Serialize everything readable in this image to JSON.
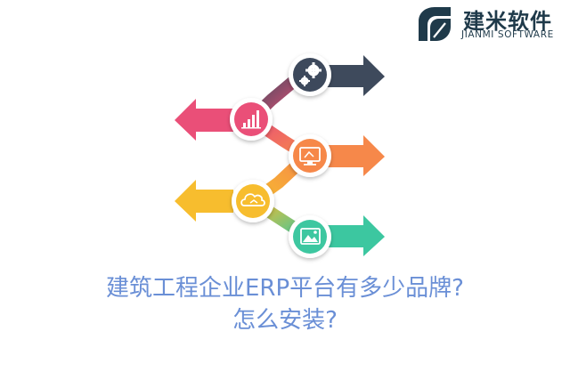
{
  "brand": {
    "name_cn": "建米软件",
    "name_en": "JIANMI SOFTWARE",
    "color": "#1f3a4a"
  },
  "headline": {
    "line1": "建筑工程企业ERP平台有多少品牌?",
    "line2": "怎么安装?",
    "color": "#6a8fd6"
  },
  "steps": [
    {
      "icon": "gears-icon",
      "direction": "right",
      "color": "#3e4a5c"
    },
    {
      "icon": "bar-chart-icon",
      "direction": "left",
      "color": "#ea4f78"
    },
    {
      "icon": "monitor-icon",
      "direction": "right",
      "color": "#f6884a"
    },
    {
      "icon": "cloud-icon",
      "direction": "left",
      "color": "#f7bd2e"
    },
    {
      "icon": "image-icon",
      "direction": "right",
      "color": "#3cc7a0"
    }
  ]
}
